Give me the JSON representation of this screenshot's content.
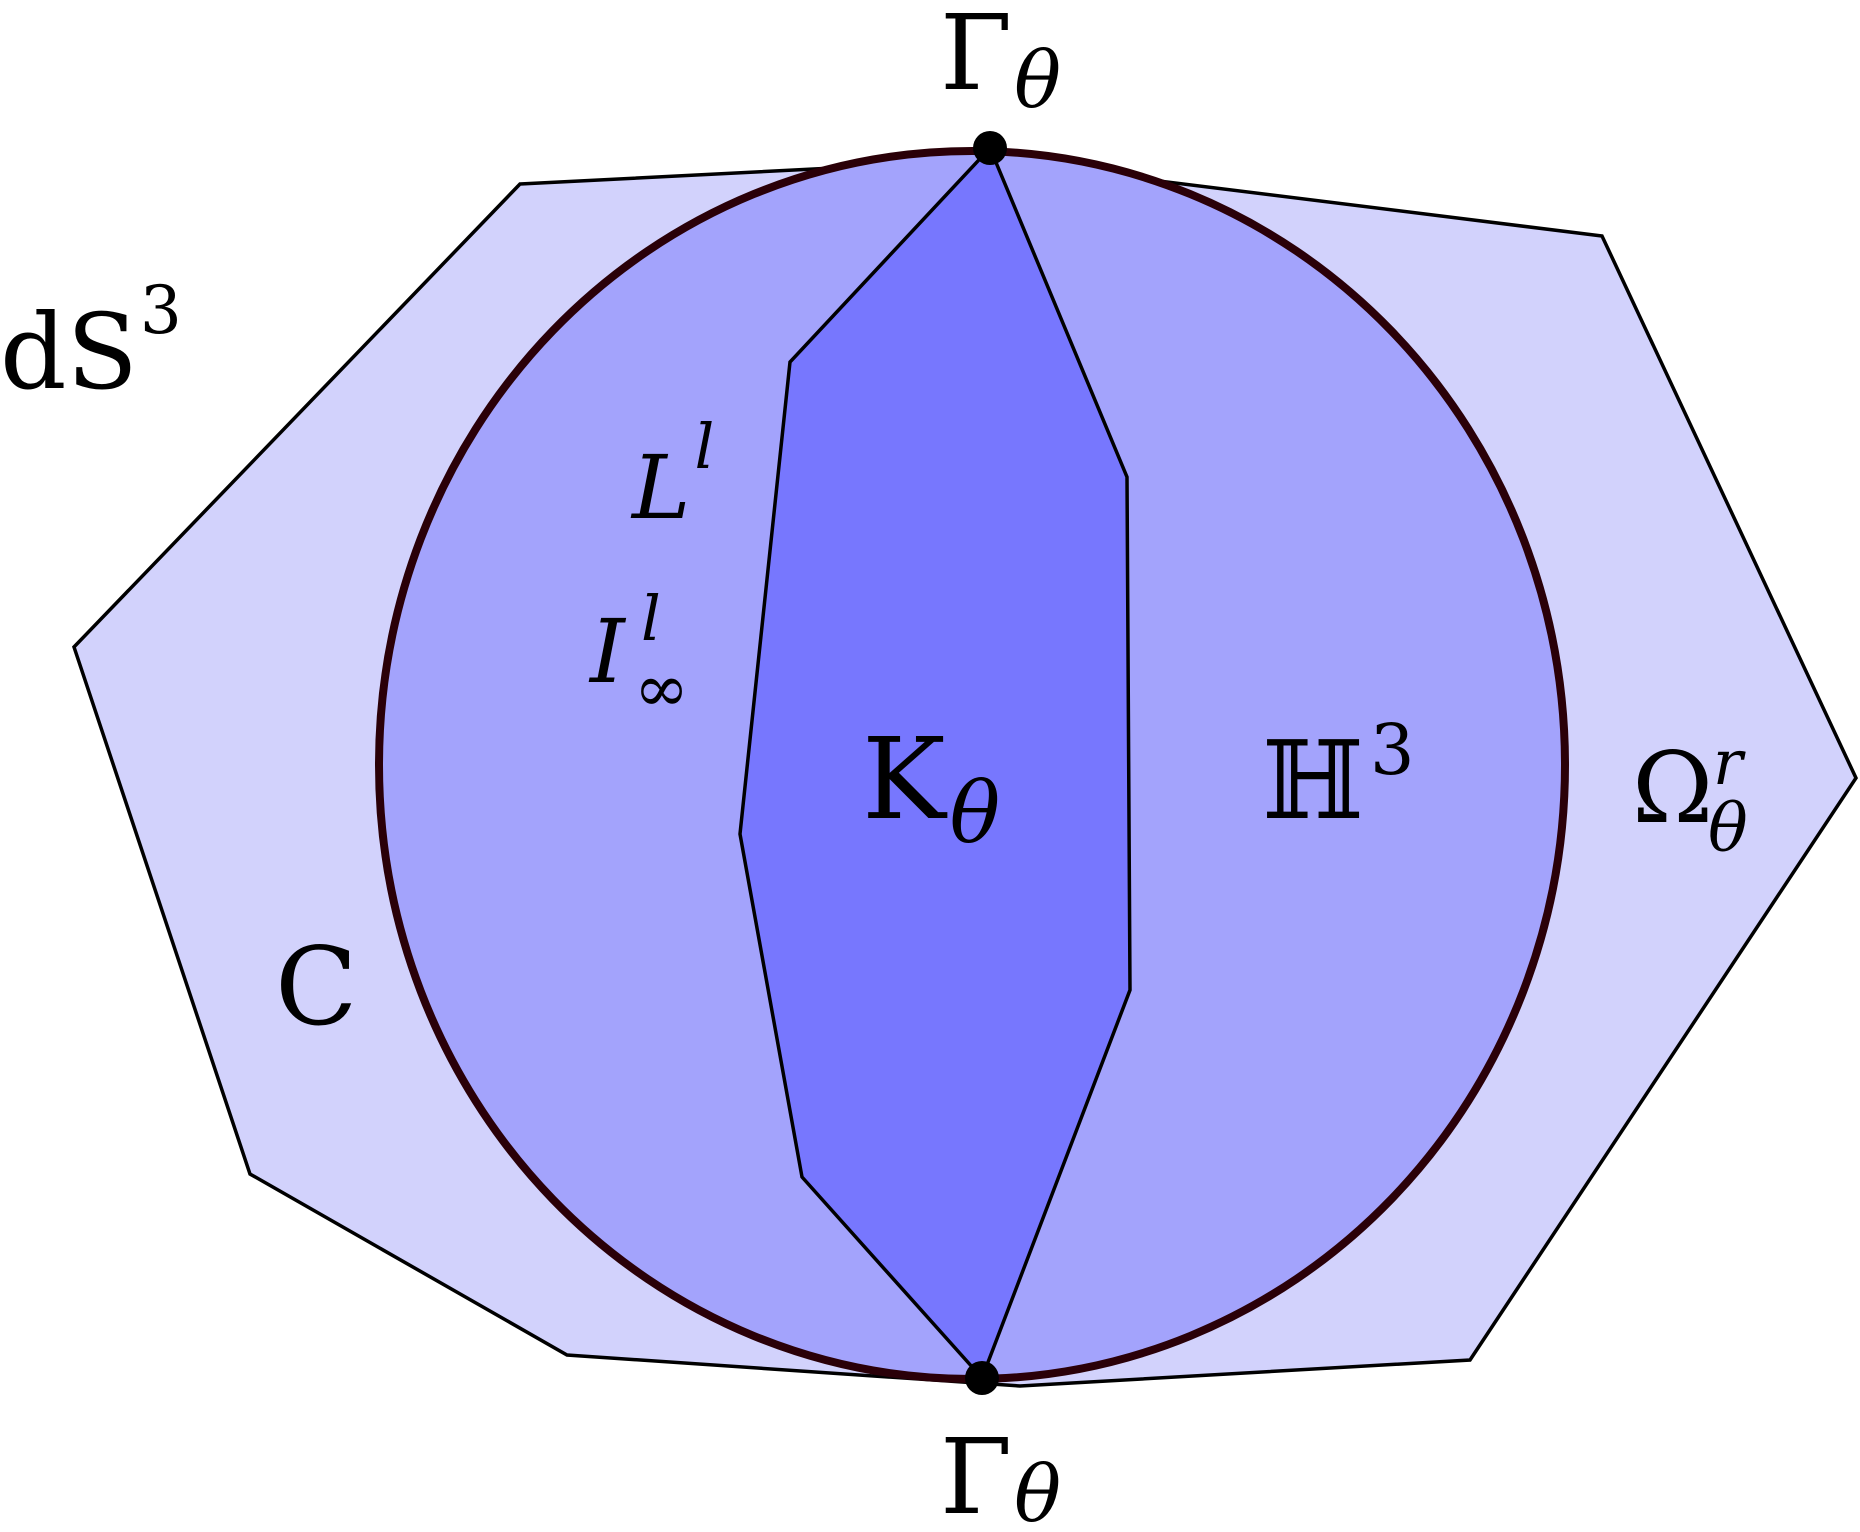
{
  "colors": {
    "outer_region": "#d2d2fc",
    "disk": "#a3a3fc",
    "inner_region": "#7777fe",
    "boundary_circle": "#2a0008",
    "stroke": "#000000",
    "point": "#000000"
  },
  "labels": {
    "gamma_top": {
      "main": "Γ",
      "sub": "θ"
    },
    "gamma_bottom": {
      "main": "Γ",
      "sub": "θ"
    },
    "ds3": {
      "main": "dS",
      "sup": "3"
    },
    "l_left": {
      "main": "L",
      "sup": "l"
    },
    "i_inf": {
      "main": "I",
      "sup": "l",
      "sub": "∞"
    },
    "k_theta": {
      "main": "K",
      "sub": "θ"
    },
    "h3": {
      "main": "ℍ",
      "sup": "3"
    },
    "omega": {
      "main": "Ω",
      "sup": "r",
      "sub": "θ"
    },
    "c_label": {
      "main": "C"
    }
  },
  "icons": {
    "top_point": "filled-circle",
    "bottom_point": "filled-circle"
  }
}
